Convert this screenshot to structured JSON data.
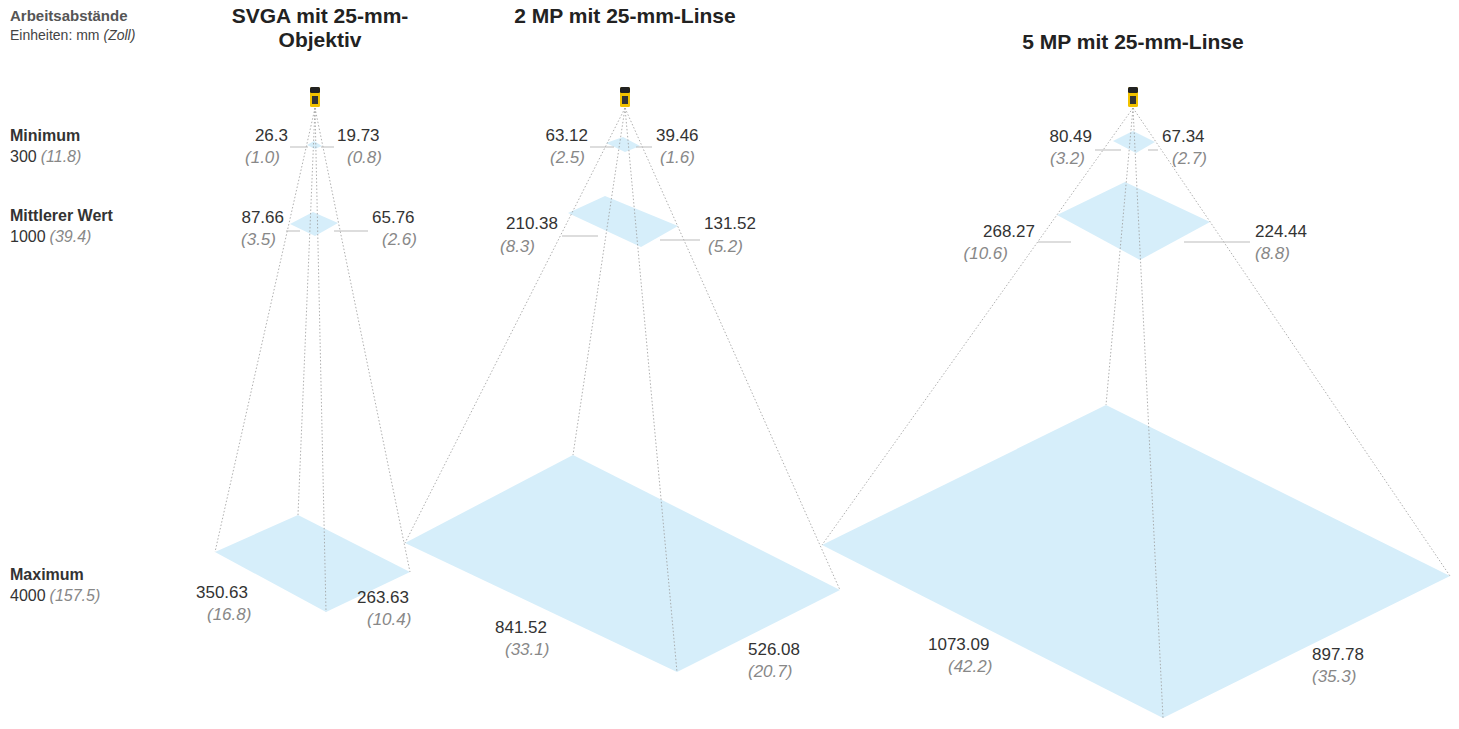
{
  "diagram": {
    "labels": [
      "Arbeitsabstände",
      "Einheiten: mm",
      "(Zoll)",
      "SVGA mit 25-mm-Objektiv",
      "2 MP mit 25-mm-Linse",
      "5 MP mit 25-mm-Linse",
      "Minimum",
      "300",
      "(11.8)",
      "Mittlerer Wert",
      "1000",
      "(39.4)",
      "Maximum",
      "4000",
      "(157.5)",
      "26.3",
      "(1.0)",
      "19.73",
      "(0.8)",
      "87.66",
      "(3.5)",
      "65.76",
      "(2.6)",
      "350.63",
      "(16.8)",
      "263.63",
      "(10.4)",
      "63.12",
      "(2.5)",
      "39.46",
      "(1.6)",
      "210.38",
      "(8.3)",
      "131.52",
      "(5.2)",
      "841.52",
      "(33.1)",
      "526.08",
      "(20.7)",
      "80.49",
      "(3.2)",
      "67.34",
      "(2.7)",
      "268.27",
      "(10.6)",
      "224.44",
      "(8.8)",
      "1073.09",
      "(42.2)",
      "897.78",
      "(35.3)"
    ]
  }
}
